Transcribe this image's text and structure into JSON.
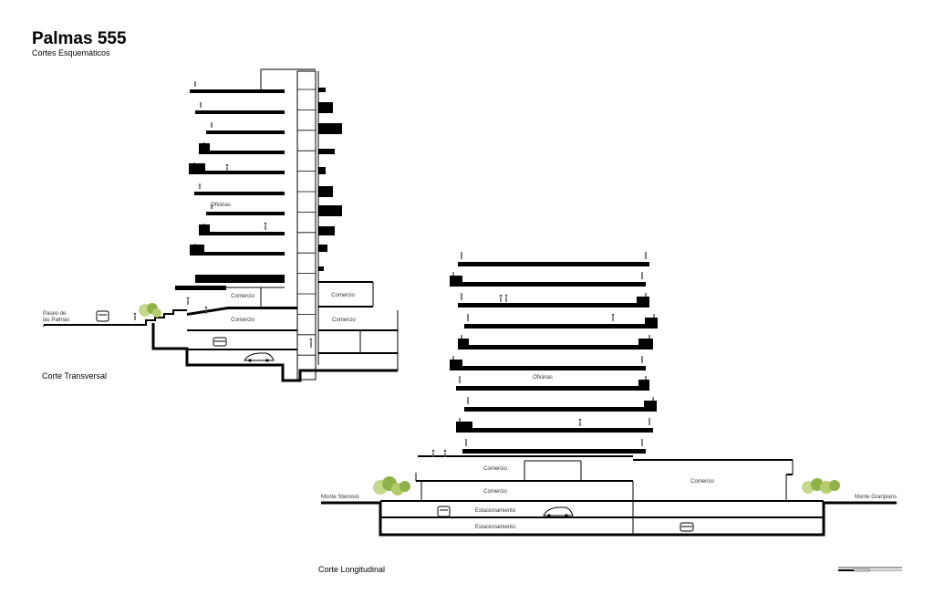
{
  "header": {
    "title": "Palmas 555",
    "subtitle": "Cortes Esquemáticos"
  },
  "transversal": {
    "caption": "Corte Transversal",
    "street_label_line1": "Paseo de",
    "street_label_line2": "las Palmas",
    "offices_label": "Oficinas",
    "commerce_upper_left": "Comercio",
    "commerce_lower_left": "Comercio",
    "commerce_upper_right": "Comercio",
    "commerce_lower_right": "Comercio"
  },
  "longitudinal": {
    "caption": "Corte Longitudinal",
    "offices_label": "Oficinas",
    "commerce_upper": "Comercio",
    "commerce_lower": "Comercio",
    "commerce_right": "Comercio",
    "parking_upper": "Estacionamiento",
    "parking_lower": "Estacionamiento",
    "street_left": "Monte Stanovoi",
    "street_right": "Monte Granpians"
  },
  "colors": {
    "ink": "#000000",
    "tree_light": "#c4d98a",
    "tree_dark": "#8fb34a"
  }
}
